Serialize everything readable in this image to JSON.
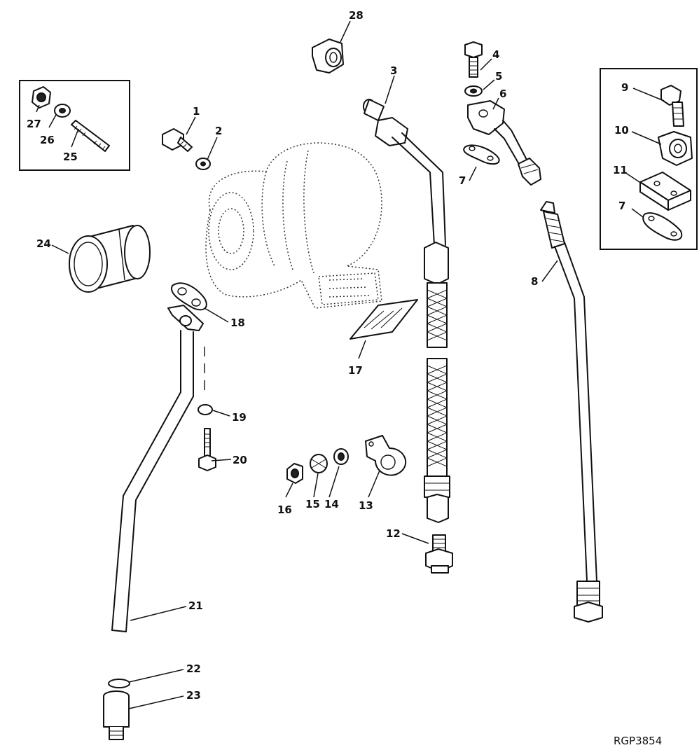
{
  "callouts": {
    "c1": "1",
    "c2": "2",
    "c3": "3",
    "c4": "4",
    "c5": "5",
    "c6": "6",
    "c7a": "7",
    "c7b": "7",
    "c8": "8",
    "c9": "9",
    "c10": "10",
    "c11": "11",
    "c12": "12",
    "c13": "13",
    "c14": "14",
    "c15": "15",
    "c16": "16",
    "c17": "17",
    "c18": "18",
    "c19": "19",
    "c20": "20",
    "c21": "21",
    "c22": "22",
    "c23": "23",
    "c24": "24",
    "c25": "25",
    "c26": "26",
    "c27": "27",
    "c28": "28"
  },
  "figure_ref": "RGP3854"
}
